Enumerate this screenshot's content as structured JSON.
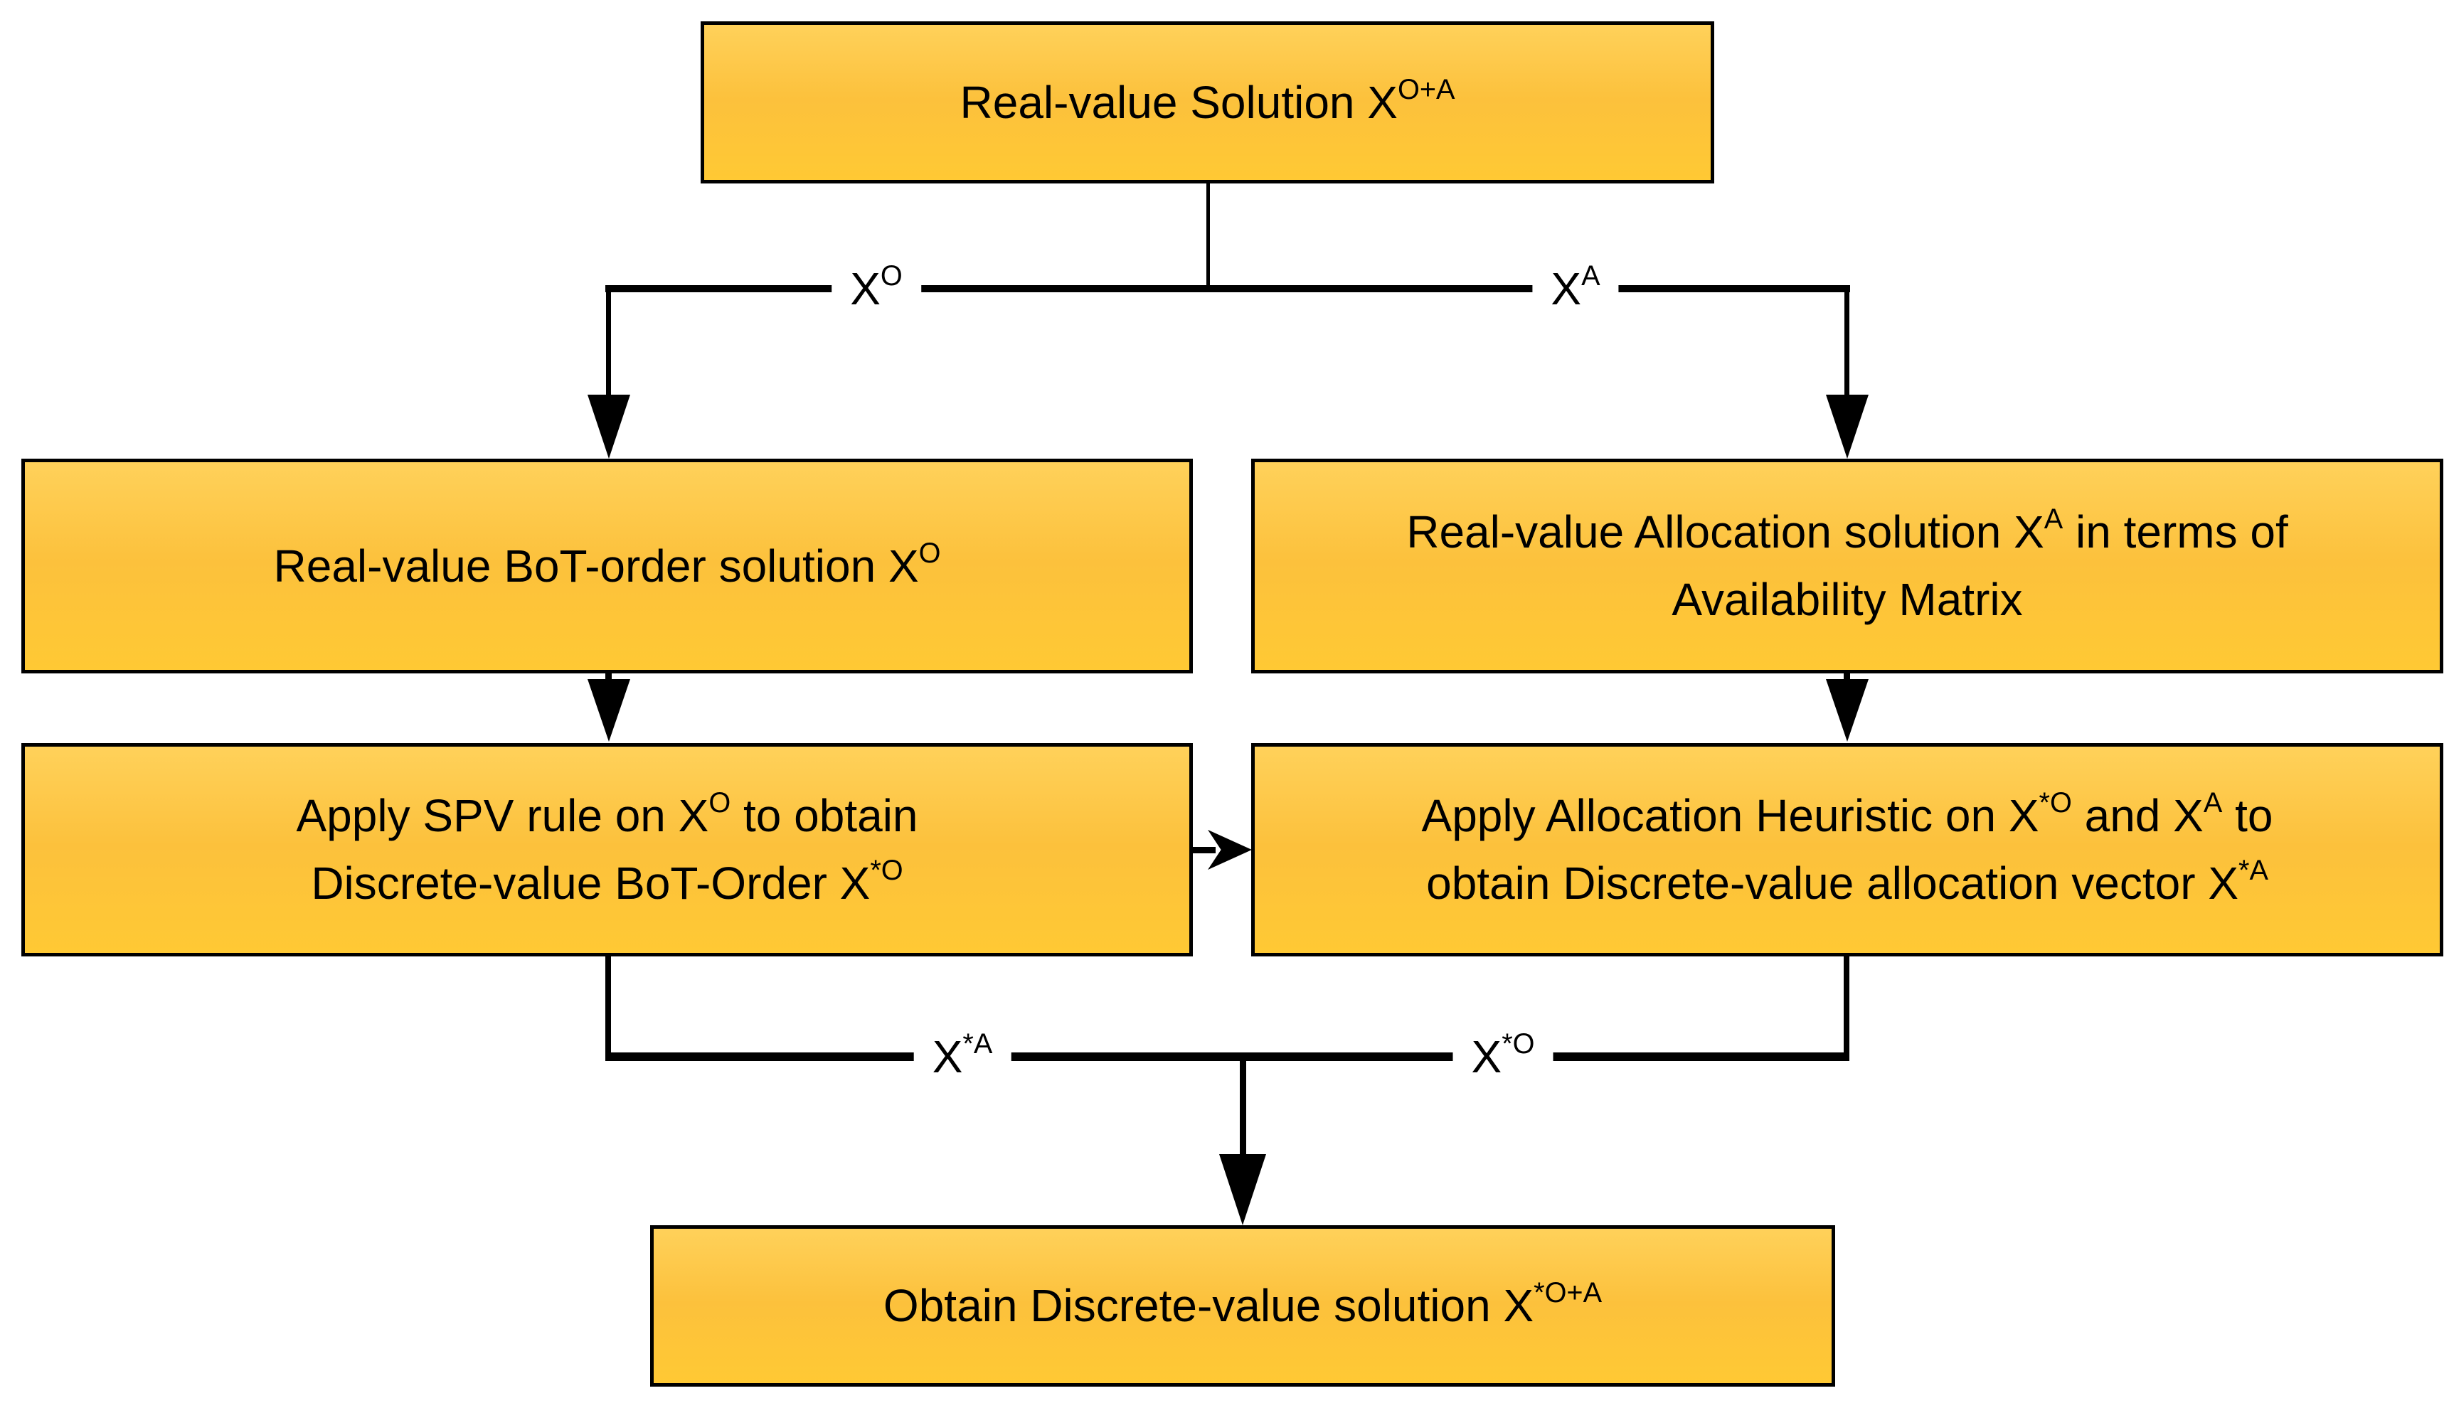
{
  "colors": {
    "box_gradient_top": "#FFD15A",
    "box_gradient_mid": "#FCC13C",
    "box_gradient_bottom": "#FFC934",
    "border": "#000000",
    "line": "#000000",
    "background": "#FFFFFF",
    "text": "#000000"
  },
  "nodes": {
    "top": {
      "line1": {
        "p1": "Real-value Solution X",
        "s1": "O+A"
      }
    },
    "row2_left": {
      "line1": {
        "p1": "Real-value BoT-order solution X",
        "s1": "O"
      }
    },
    "row2_right": {
      "line1": {
        "p1": "Real-value Allocation solution X",
        "s1": "A",
        "p2": " in terms of"
      },
      "line2": {
        "p1": "Availability Matrix"
      }
    },
    "row3_left": {
      "line1": {
        "p1": "Apply SPV rule on X",
        "s1": "O",
        "p2": " to obtain"
      },
      "line2": {
        "p1": "Discrete-value BoT-Order X",
        "s1": "*O"
      }
    },
    "row3_right": {
      "line1": {
        "p1": "Apply Allocation Heuristic on X",
        "s1": "*O",
        "p2": " and X",
        "s2": "A",
        "p3": " to"
      },
      "line2": {
        "p1": "obtain Discrete-value allocation vector X",
        "s1": "*A"
      }
    },
    "bottom": {
      "line1": {
        "p1": "Obtain Discrete-value solution X",
        "s1": "*O+A"
      }
    }
  },
  "edge_labels": {
    "xo": {
      "p1": "X",
      "s1": "O"
    },
    "xa": {
      "p1": "X",
      "s1": "A"
    },
    "xsa": {
      "p1": "X",
      "s1": "*A"
    },
    "xso": {
      "p1": "X",
      "s1": "*O"
    }
  }
}
